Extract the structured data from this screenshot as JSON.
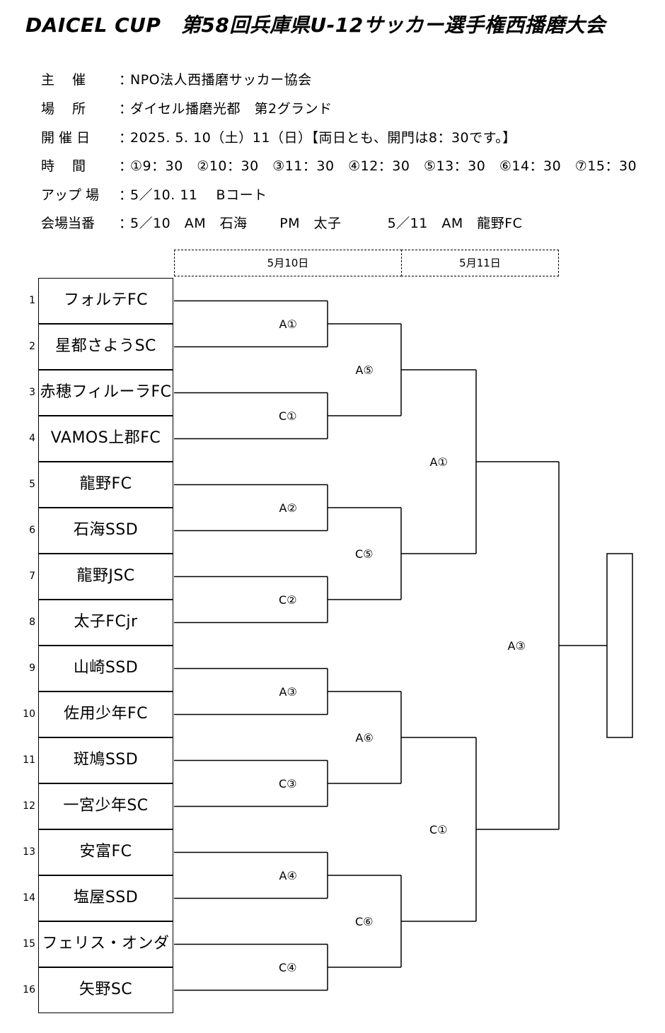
{
  "title": "DAICEL CUP　第58回兵庫県U‐12サッカー選手権西播磨大会",
  "info": [
    {
      "label": "主　 催",
      "value": "NPO法人西播磨サッカー協会"
    },
    {
      "label": "場　 所",
      "value": "ダイセル播磨光都　第2グランド"
    },
    {
      "label": "開 催 日",
      "value": "2025. 5. 10（土）11（日）【両日とも、開門は8：30です。】"
    },
    {
      "label": "時　 間",
      "value": "①9：30　②10：30　③11：30　④12：30　⑤13：30　⑥14：30　⑦15：30"
    },
    {
      "label": "アップ 場",
      "value": "5／10. 11　 Bコート"
    },
    {
      "label": "会場当番",
      "value": "5／10　AM　石海　　 PM　太子　　　 5／11　AM　龍野FC"
    }
  ],
  "date_headers": [
    "5月10日",
    "5月11日"
  ],
  "teams": [
    {
      "no": "1",
      "name": "フォルテFC"
    },
    {
      "no": "2",
      "name": "星都さようSC"
    },
    {
      "no": "3",
      "name": "赤穂フィルーラFC"
    },
    {
      "no": "4",
      "name": "VAMOS上郡FC"
    },
    {
      "no": "5",
      "name": "龍野FC"
    },
    {
      "no": "6",
      "name": "石海SSD"
    },
    {
      "no": "7",
      "name": "龍野JSC"
    },
    {
      "no": "8",
      "name": "太子FCjr"
    },
    {
      "no": "9",
      "name": "山崎SSD"
    },
    {
      "no": "10",
      "name": "佐用少年FC"
    },
    {
      "no": "11",
      "name": "斑鳩SSD"
    },
    {
      "no": "12",
      "name": "一宮少年SC"
    },
    {
      "no": "13",
      "name": "安富FC"
    },
    {
      "no": "14",
      "name": "塩屋SSD"
    },
    {
      "no": "15",
      "name": "フェリス・オンダ"
    },
    {
      "no": "16",
      "name": "矢野SC"
    }
  ],
  "matches": {
    "round1": [
      "A①",
      "C①",
      "A②",
      "C②",
      "A③",
      "C③",
      "A④",
      "C④"
    ],
    "round2": [
      "A⑤",
      "C⑤",
      "A⑥",
      "C⑥"
    ],
    "round3": [
      "A①",
      "C①"
    ],
    "final": "A③"
  },
  "winner_box": ""
}
